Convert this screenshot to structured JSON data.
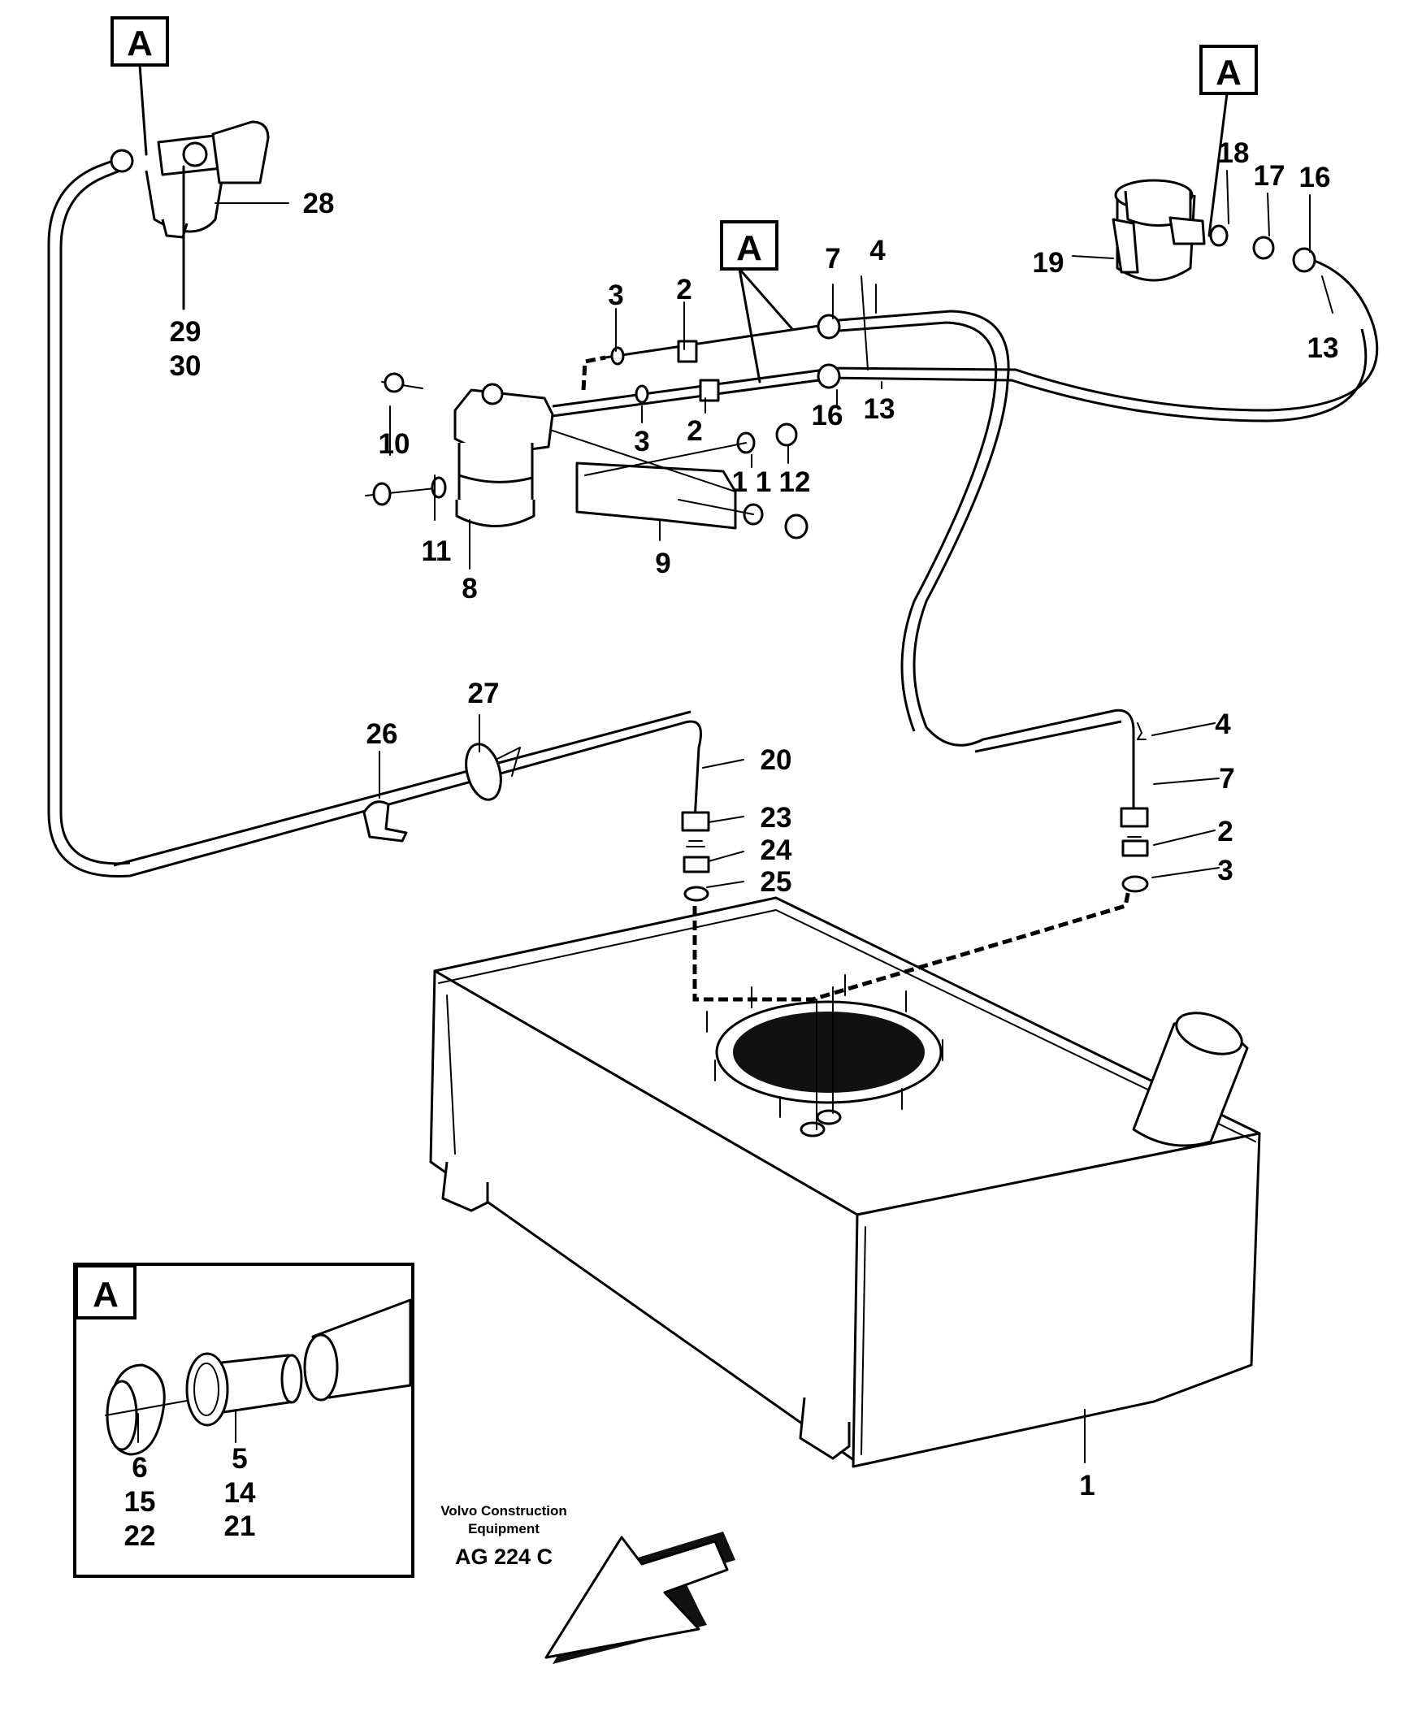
{
  "callouts": {
    "A": "A"
  },
  "labels": {
    "p1": "1",
    "p2a": "2",
    "p2b": "2",
    "p2c": "2",
    "p3a": "3",
    "p3b": "3",
    "p3c": "3",
    "p4a": "4",
    "p4b": "4",
    "p5": "5",
    "p6": "6",
    "p7a": "7",
    "p7b": "7",
    "p8": "8",
    "p9": "9",
    "p10": "10",
    "p11a": "11",
    "p11b": "1 1",
    "p12": "12",
    "p13a": "13",
    "p13b": "13",
    "p14": "14",
    "p15": "15",
    "p16a": "16",
    "p16b": "16",
    "p17": "17",
    "p18": "18",
    "p19": "19",
    "p20": "20",
    "p21": "21",
    "p22": "22",
    "p23": "23",
    "p24": "24",
    "p25": "25",
    "p26": "26",
    "p27": "27",
    "p28": "28",
    "p29": "29",
    "p30": "30"
  },
  "footer": {
    "brand_line1": "Volvo Construction",
    "brand_line2": "Equipment",
    "drawing_code": "AG 224 C"
  }
}
